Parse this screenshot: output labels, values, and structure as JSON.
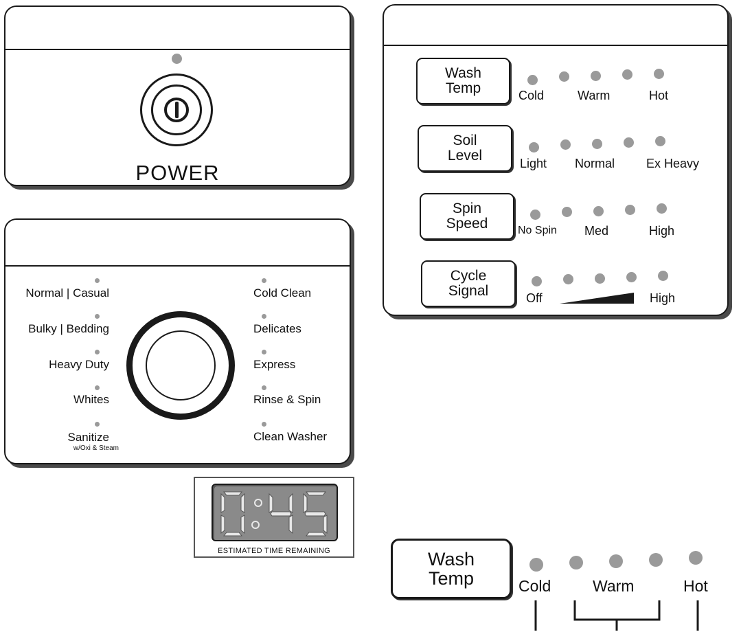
{
  "power_panel": {
    "label": "POWER"
  },
  "cycle_panel": {
    "left_cycles": [
      "Normal | Casual",
      "Bulky | Bedding",
      "Heavy Duty",
      "Whites",
      "Sanitize"
    ],
    "sanitize_sub": "w/Oxi & Steam",
    "right_cycles": [
      "Cold Clean",
      "Delicates",
      "Express",
      "Rinse & Spin",
      "Clean Washer"
    ]
  },
  "time_display": {
    "digits": "0:45",
    "caption": "ESTIMATED TIME REMAINING"
  },
  "options_panel": {
    "wash_temp": {
      "line1": "Wash",
      "line2": "Temp",
      "labels": [
        "Cold",
        "Warm",
        "Hot"
      ]
    },
    "soil_level": {
      "line1": "Soil",
      "line2": "Level",
      "labels": [
        "Light",
        "Normal",
        "Ex Heavy"
      ]
    },
    "spin_speed": {
      "line1": "Spin",
      "line2": "Speed",
      "labels": [
        "No Spin",
        "Med",
        "High"
      ]
    },
    "cycle_signal": {
      "line1": "Cycle",
      "line2": "Signal",
      "labels": [
        "Off",
        "High"
      ]
    }
  },
  "wash_temp_detail": {
    "line1": "Wash",
    "line2": "Temp",
    "labels": [
      "Cold",
      "Warm",
      "Hot"
    ]
  },
  "colors": {
    "led": "#9a9a9a",
    "outline": "#1a1a1a",
    "shadow": "#4a4a4a",
    "segment": "#e6e6e6",
    "display_bg": "#8a8a8a"
  }
}
